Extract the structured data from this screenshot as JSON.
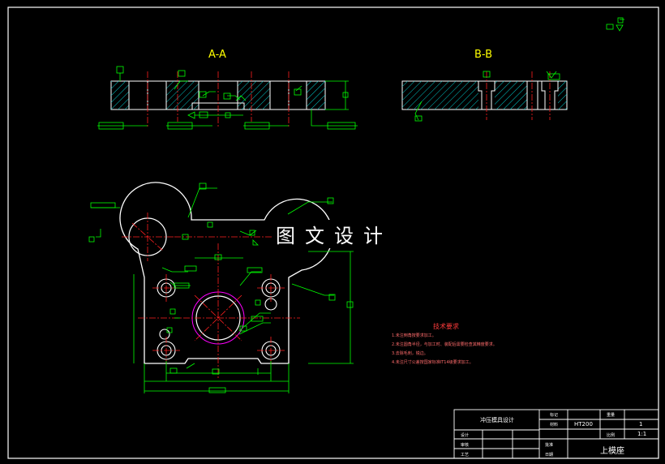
{
  "section_labels": {
    "a_a": "A-A",
    "b_b": "B-B"
  },
  "watermark": "图文设计",
  "technical_requirements": {
    "title": "技术要求",
    "items": [
      "1.未注倒角按要求加工。",
      "2.未注圆角半径，与加工时、装配后需要检查其精度要求。",
      "3.去除毛刺，锐边。",
      "4.未注尺寸公差按国家标准IT14级要求加工。"
    ]
  },
  "title_block": {
    "project": "冲压模具设计",
    "material": "HT200",
    "part_name": "上模座",
    "scale": "1:1",
    "quantity": "1",
    "header_cells": [
      "标记",
      "重量",
      "比例",
      "材料"
    ],
    "sign_cells": [
      "设计",
      "审核",
      "工艺",
      "批准",
      "日期"
    ]
  },
  "colors": {
    "background": "#000000",
    "outline": "#ffffff",
    "dimension": "#00ff00",
    "centerline": "#ff2020",
    "hatch": "#00c8c8",
    "section_label": "#ffff00",
    "magenta": "#ff00ff"
  }
}
